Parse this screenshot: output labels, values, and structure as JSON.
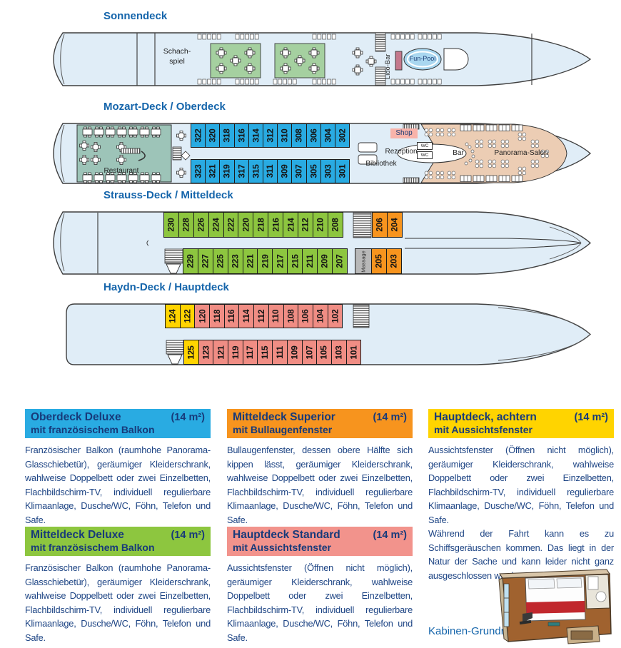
{
  "colors": {
    "blue": "#29abe2",
    "green": "#8dc63f",
    "orange": "#f7941e",
    "red": "#f08d84",
    "red_hdr": "#f2938c",
    "yellow": "#ffd400",
    "massage": "#b8b8b8",
    "hull": "#e0edf7",
    "restaurant": "#9dc4b8",
    "salon": "#eccdb4",
    "pool": "#a9d7f0",
    "shop_bg": "#f8b3aa",
    "bar_counter": "#c4788c",
    "mat_green": "#a5d0a0",
    "deck_title": "#1565ab",
    "header_text": "#173a7a",
    "body_text": "#1d4484"
  },
  "decks": [
    {
      "title": "Sonnendeck",
      "labels": {
        "schach1": "Schach-",
        "schach2": "spiel",
        "lido": "Lido-Bar",
        "funpool": "Fun-Pool"
      }
    },
    {
      "title": "Mozart-Deck / Oberdeck",
      "labels": {
        "restaurant": "Restaurant",
        "shop": "Shop",
        "rezeption": "Rezeption",
        "wc": "WC",
        "bibliothek": "Bibliothek",
        "bar": "Bar",
        "salon": "Panorama-Salon"
      },
      "rows": {
        "top": [
          {
            "t": "322",
            "c": "blue"
          },
          {
            "t": "320",
            "c": "blue"
          },
          {
            "t": "318",
            "c": "blue"
          },
          {
            "t": "316",
            "c": "blue"
          },
          {
            "t": "314",
            "c": "blue"
          },
          {
            "t": "312",
            "c": "blue"
          },
          {
            "t": "310",
            "c": "blue"
          },
          {
            "t": "308",
            "c": "blue"
          },
          {
            "t": "306",
            "c": "blue"
          },
          {
            "t": "304",
            "c": "blue"
          },
          {
            "t": "302",
            "c": "blue"
          }
        ],
        "bottom": [
          {
            "t": "323",
            "c": "blue"
          },
          {
            "t": "321",
            "c": "blue"
          },
          {
            "t": "319",
            "c": "blue"
          },
          {
            "t": "317",
            "c": "blue"
          },
          {
            "t": "315",
            "c": "blue"
          },
          {
            "t": "311",
            "c": "blue"
          },
          {
            "t": "309",
            "c": "blue"
          },
          {
            "t": "307",
            "c": "blue"
          },
          {
            "t": "305",
            "c": "blue"
          },
          {
            "t": "303",
            "c": "blue"
          },
          {
            "t": "301",
            "c": "blue"
          }
        ]
      }
    },
    {
      "title": "Strauss-Deck / Mitteldeck",
      "rows": {
        "top_main": [
          {
            "t": "230",
            "c": "green"
          },
          {
            "t": "228",
            "c": "green"
          },
          {
            "t": "226",
            "c": "green"
          },
          {
            "t": "224",
            "c": "green"
          },
          {
            "t": "222",
            "c": "green"
          },
          {
            "t": "220",
            "c": "green"
          },
          {
            "t": "218",
            "c": "green"
          },
          {
            "t": "216",
            "c": "green"
          },
          {
            "t": "214",
            "c": "green"
          },
          {
            "t": "212",
            "c": "green"
          },
          {
            "t": "210",
            "c": "green"
          },
          {
            "t": "208",
            "c": "green"
          }
        ],
        "top_fwd": [
          {
            "t": "206",
            "c": "orange"
          },
          {
            "t": "204",
            "c": "orange"
          }
        ],
        "bottom_main": [
          {
            "t": "229",
            "c": "green"
          },
          {
            "t": "227",
            "c": "green"
          },
          {
            "t": "225",
            "c": "green"
          },
          {
            "t": "223",
            "c": "green"
          },
          {
            "t": "221",
            "c": "green"
          },
          {
            "t": "219",
            "c": "green"
          },
          {
            "t": "217",
            "c": "green"
          },
          {
            "t": "215",
            "c": "green"
          },
          {
            "t": "211",
            "c": "green"
          },
          {
            "t": "209",
            "c": "green"
          },
          {
            "t": "207",
            "c": "green"
          }
        ],
        "bottom_fwd": [
          {
            "t": "Massage",
            "c": "massage",
            "w": 24
          },
          {
            "t": "205",
            "c": "orange"
          },
          {
            "t": "203",
            "c": "orange"
          }
        ]
      }
    },
    {
      "title": "Haydn-Deck / Hauptdeck",
      "rows": {
        "top": [
          {
            "t": "124",
            "c": "yellow"
          },
          {
            "t": "122",
            "c": "yellow"
          },
          {
            "t": "120",
            "c": "red"
          },
          {
            "t": "118",
            "c": "red"
          },
          {
            "t": "116",
            "c": "red"
          },
          {
            "t": "114",
            "c": "red"
          },
          {
            "t": "112",
            "c": "red"
          },
          {
            "t": "110",
            "c": "red"
          },
          {
            "t": "108",
            "c": "red"
          },
          {
            "t": "106",
            "c": "red"
          },
          {
            "t": "104",
            "c": "red"
          },
          {
            "t": "102",
            "c": "red"
          }
        ],
        "bottom": [
          {
            "t": "125",
            "c": "yellow"
          },
          {
            "t": "123",
            "c": "red"
          },
          {
            "t": "121",
            "c": "red"
          },
          {
            "t": "119",
            "c": "red"
          },
          {
            "t": "117",
            "c": "red"
          },
          {
            "t": "115",
            "c": "red"
          },
          {
            "t": "111",
            "c": "red"
          },
          {
            "t": "109",
            "c": "red"
          },
          {
            "t": "107",
            "c": "red"
          },
          {
            "t": "105",
            "c": "red"
          },
          {
            "t": "103",
            "c": "red"
          },
          {
            "t": "101",
            "c": "red"
          }
        ]
      }
    }
  ],
  "categories": [
    {
      "name": "Oberdeck Deluxe",
      "size": "(14 m²)",
      "sub": "mit französischem Balkon",
      "body": "Französischer Balkon (raumhohe Panorama-Glasschiebetür), geräumiger Kleiderschrank, wahlweise Doppelbett oder zwei Einzelbetten, Flachbildschirm-TV, individuell regulierbare Klimaanlage, Dusche/WC, Föhn, Telefon und Safe."
    },
    {
      "name": "Mitteldeck Deluxe",
      "size": "(14 m²)",
      "sub": "mit französischem Balkon",
      "body": "Französischer Balkon (raumhohe Panorama-Glasschiebetür), geräumiger Kleiderschrank, wahlweise Doppelbett oder zwei Einzelbetten, Flachbildschirm-TV, individuell regulierbare Klimaanlage, Dusche/WC, Föhn, Telefon und Safe."
    },
    {
      "name": "Mitteldeck Superior",
      "size": "(14 m²)",
      "sub": "mit Bullaugenfenster",
      "body": "Bullaugenfenster, dessen obere Hälfte sich kippen lässt, geräumiger Kleiderschrank, wahlweise Doppelbett oder zwei Einzelbetten, Flachbildschirm-TV, individuell regulierbare Klimaanlage, Dusche/WC, Föhn, Telefon und Safe."
    },
    {
      "name": "Hauptdeck Standard",
      "size": "(14 m²)",
      "sub": "mit Aussichtsfenster",
      "body": "Aussichtsfenster (Öffnen nicht möglich), geräumiger Kleiderschrank, wahlweise Doppelbett oder zwei Einzelbetten, Flachbildschirm-TV, individuell regulierbare Klimaanlage, Dusche/WC, Föhn, Telefon und Safe."
    },
    {
      "name": "Hauptdeck, achtern",
      "size": "(14 m²)",
      "sub": "mit Aussichtsfenster",
      "body": "Aussichtsfenster (Öffnen nicht möglich), geräumiger Kleiderschrank, wahlweise Doppelbett oder zwei Einzelbetten, Flachbildschirm-TV, individuell regulierbare Klimaanlage, Dusche/WC, Föhn, Telefon und Safe.",
      "note": "Während der Fahrt kann es zu Schiffsgeräuschen kommen. Das liegt in der Natur der Sache und kann leider nicht ganz ausgeschlossen werden."
    }
  ],
  "footer": {
    "floorplan_label": "Kabinen-Grundriss"
  }
}
